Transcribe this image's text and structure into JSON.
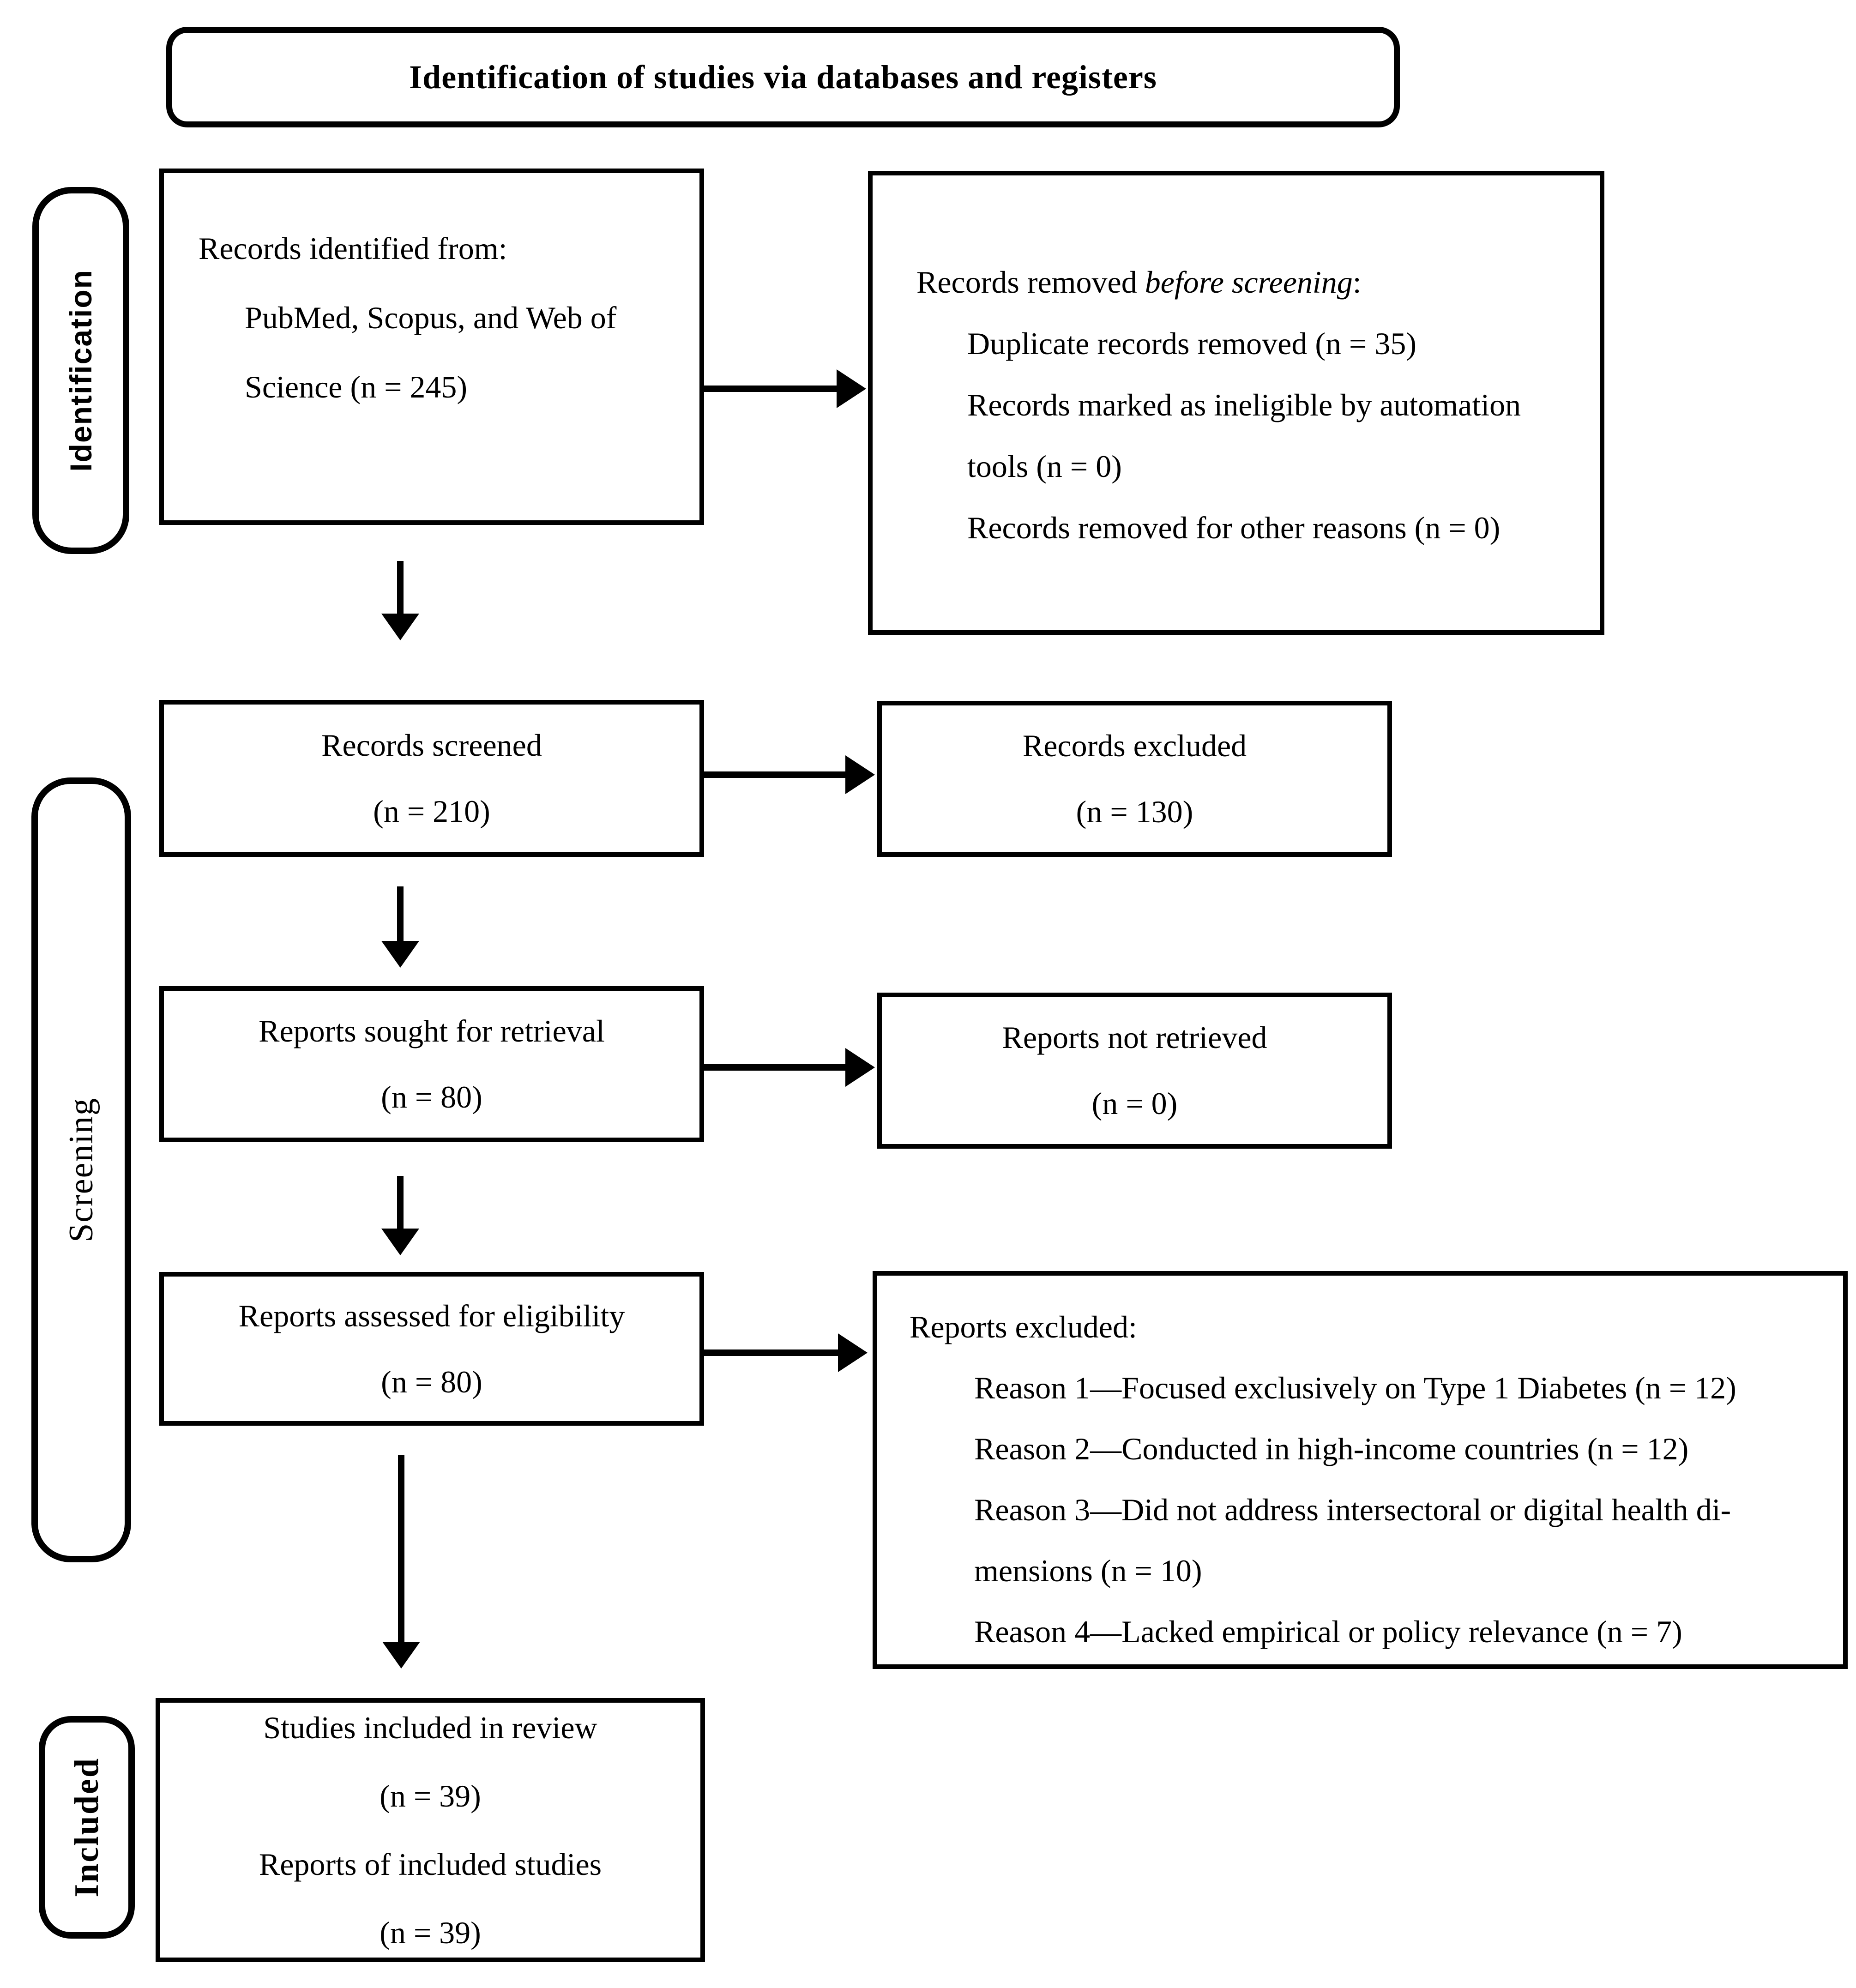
{
  "title": "Identification of studies via databases and registers",
  "stages": {
    "identification": "Identification",
    "screening": "Screening",
    "included": "Included"
  },
  "boxes": {
    "records_identified": {
      "line1": "Records identified from:",
      "line2": "PubMed, Scopus, and Web of",
      "line3": "Science (n = 245)"
    },
    "records_removed": {
      "header_prefix": "Records removed ",
      "header_italic": "before screening",
      "header_suffix": ":",
      "item1": "Duplicate records removed (n = 35)",
      "item2": "Records marked as ineligible by automation",
      "item2_cont": "tools (n = 0)",
      "item3": "Records removed for other reasons (n = 0)"
    },
    "records_screened": {
      "line1": "Records screened",
      "line2": "(n = 210)"
    },
    "records_excluded": {
      "line1": "Records excluded",
      "line2": "(n = 130)"
    },
    "reports_sought": {
      "line1": "Reports sought for retrieval",
      "line2": "(n = 80)"
    },
    "reports_not_retrieved": {
      "line1": "Reports not retrieved",
      "line2": "(n = 0)"
    },
    "reports_assessed": {
      "line1": "Reports assessed for eligibility",
      "line2": "(n = 80)"
    },
    "reports_excluded": {
      "header": "Reports excluded:",
      "reason1": "Reason 1—Focused exclusively on Type 1 Diabetes (n = 12)",
      "reason2": "Reason 2—Conducted in high-income countries (n = 12)",
      "reason3a": "Reason 3—Did not address intersectoral or digital health di-",
      "reason3b": "mensions (n = 10)",
      "reason4": "Reason 4—Lacked empirical or policy relevance (n = 7)"
    },
    "studies_included": {
      "line1": "Studies included in review",
      "line2": "(n = 39)",
      "line3": "Reports of included studies",
      "line4": "(n = 39)"
    }
  },
  "colors": {
    "line": "#000000",
    "background": "#ffffff"
  }
}
